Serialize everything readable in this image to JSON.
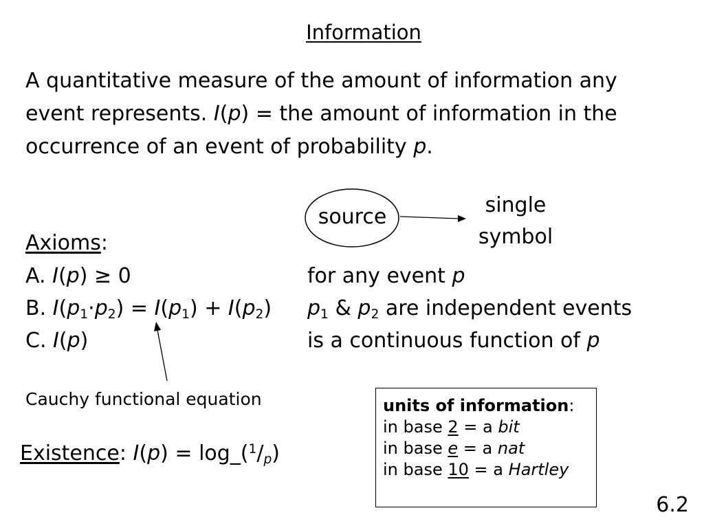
{
  "title": "Information",
  "intro": {
    "line1": "A quantitative measure of the amount of information any",
    "line2_a": "event represents.",
    "I": "I",
    "p": "p",
    "line2_b": "= the amount of information in the",
    "line3_a": "occurrence of an event of probability",
    "period": "."
  },
  "diagram": {
    "source": "source",
    "single_line1": "single",
    "single_line2": "symbol"
  },
  "axioms": {
    "heading": "Axioms",
    "colon": ":",
    "a_label": "A.",
    "a_rest": "≥ 0",
    "a_desc": "for any event",
    "b_label": "B.",
    "b_dot": "·",
    "b_eq": "=",
    "b_plus": "+",
    "sub1": "1",
    "sub2": "2",
    "b_desc_amp": "&",
    "b_desc_rest": "are independent events",
    "c_label": "C.",
    "c_desc": "is a continuous function of",
    "p": "p",
    "I": "I"
  },
  "cauchy": "Cauchy functional equation",
  "existence": {
    "label": "Existence",
    "colon": ":",
    "eq": "= log_(",
    "num": "1",
    "slash": "/",
    "den": "p",
    "close": ")"
  },
  "units": {
    "heading": "units of information",
    "colon": ":",
    "rows": [
      {
        "prefix": "in base",
        "base": "2",
        "mid": "= a",
        "unit": "bit"
      },
      {
        "prefix": "in base",
        "base": "e",
        "mid": "= a",
        "unit": "nat"
      },
      {
        "prefix": "in base",
        "base": "10",
        "mid": "= a",
        "unit": "Hartley"
      }
    ]
  },
  "slide_number": "6.2"
}
